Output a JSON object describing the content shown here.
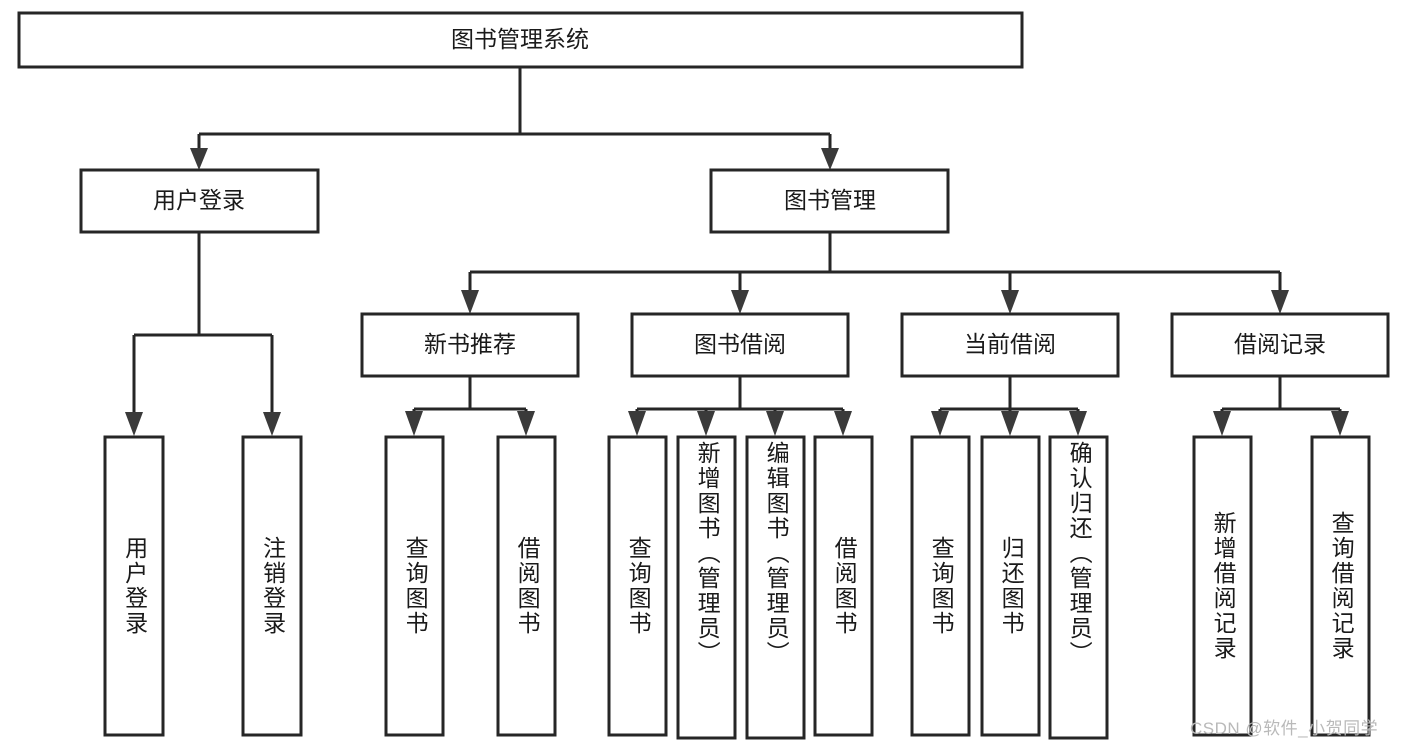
{
  "diagram": {
    "type": "hierarchy-tree",
    "title": "图书管理系统",
    "root": {
      "label": "图书管理系统"
    },
    "level1": [
      {
        "label": "用户登录"
      },
      {
        "label": "图书管理"
      }
    ],
    "level2": [
      {
        "label": "新书推荐"
      },
      {
        "label": "图书借阅"
      },
      {
        "label": "当前借阅"
      },
      {
        "label": "借阅记录"
      }
    ],
    "leaves": {
      "user_login": [
        {
          "label": "用户登录"
        },
        {
          "label": "注销登录"
        }
      ],
      "new_book_recommend": [
        {
          "label": "查询图书"
        },
        {
          "label": "借阅图书"
        }
      ],
      "book_borrow": [
        {
          "label": "查询图书"
        },
        {
          "label": "新增图书（管理员）"
        },
        {
          "label": "编辑图书（管理员）"
        },
        {
          "label": "借阅图书"
        }
      ],
      "current_borrow": [
        {
          "label": "查询图书"
        },
        {
          "label": "归还图书"
        },
        {
          "label": "确认归还（管理员）"
        }
      ],
      "borrow_record": [
        {
          "label": "新增借阅记录"
        },
        {
          "label": "查询借阅记录"
        }
      ]
    }
  },
  "watermark": {
    "text": "CSDN @软件_小贺同学"
  },
  "colors": {
    "box_stroke": "#262626",
    "box_fill": "#ffffff",
    "text": "#1a1a1a",
    "watermark": "#b9b9b9",
    "background": "#ffffff"
  }
}
